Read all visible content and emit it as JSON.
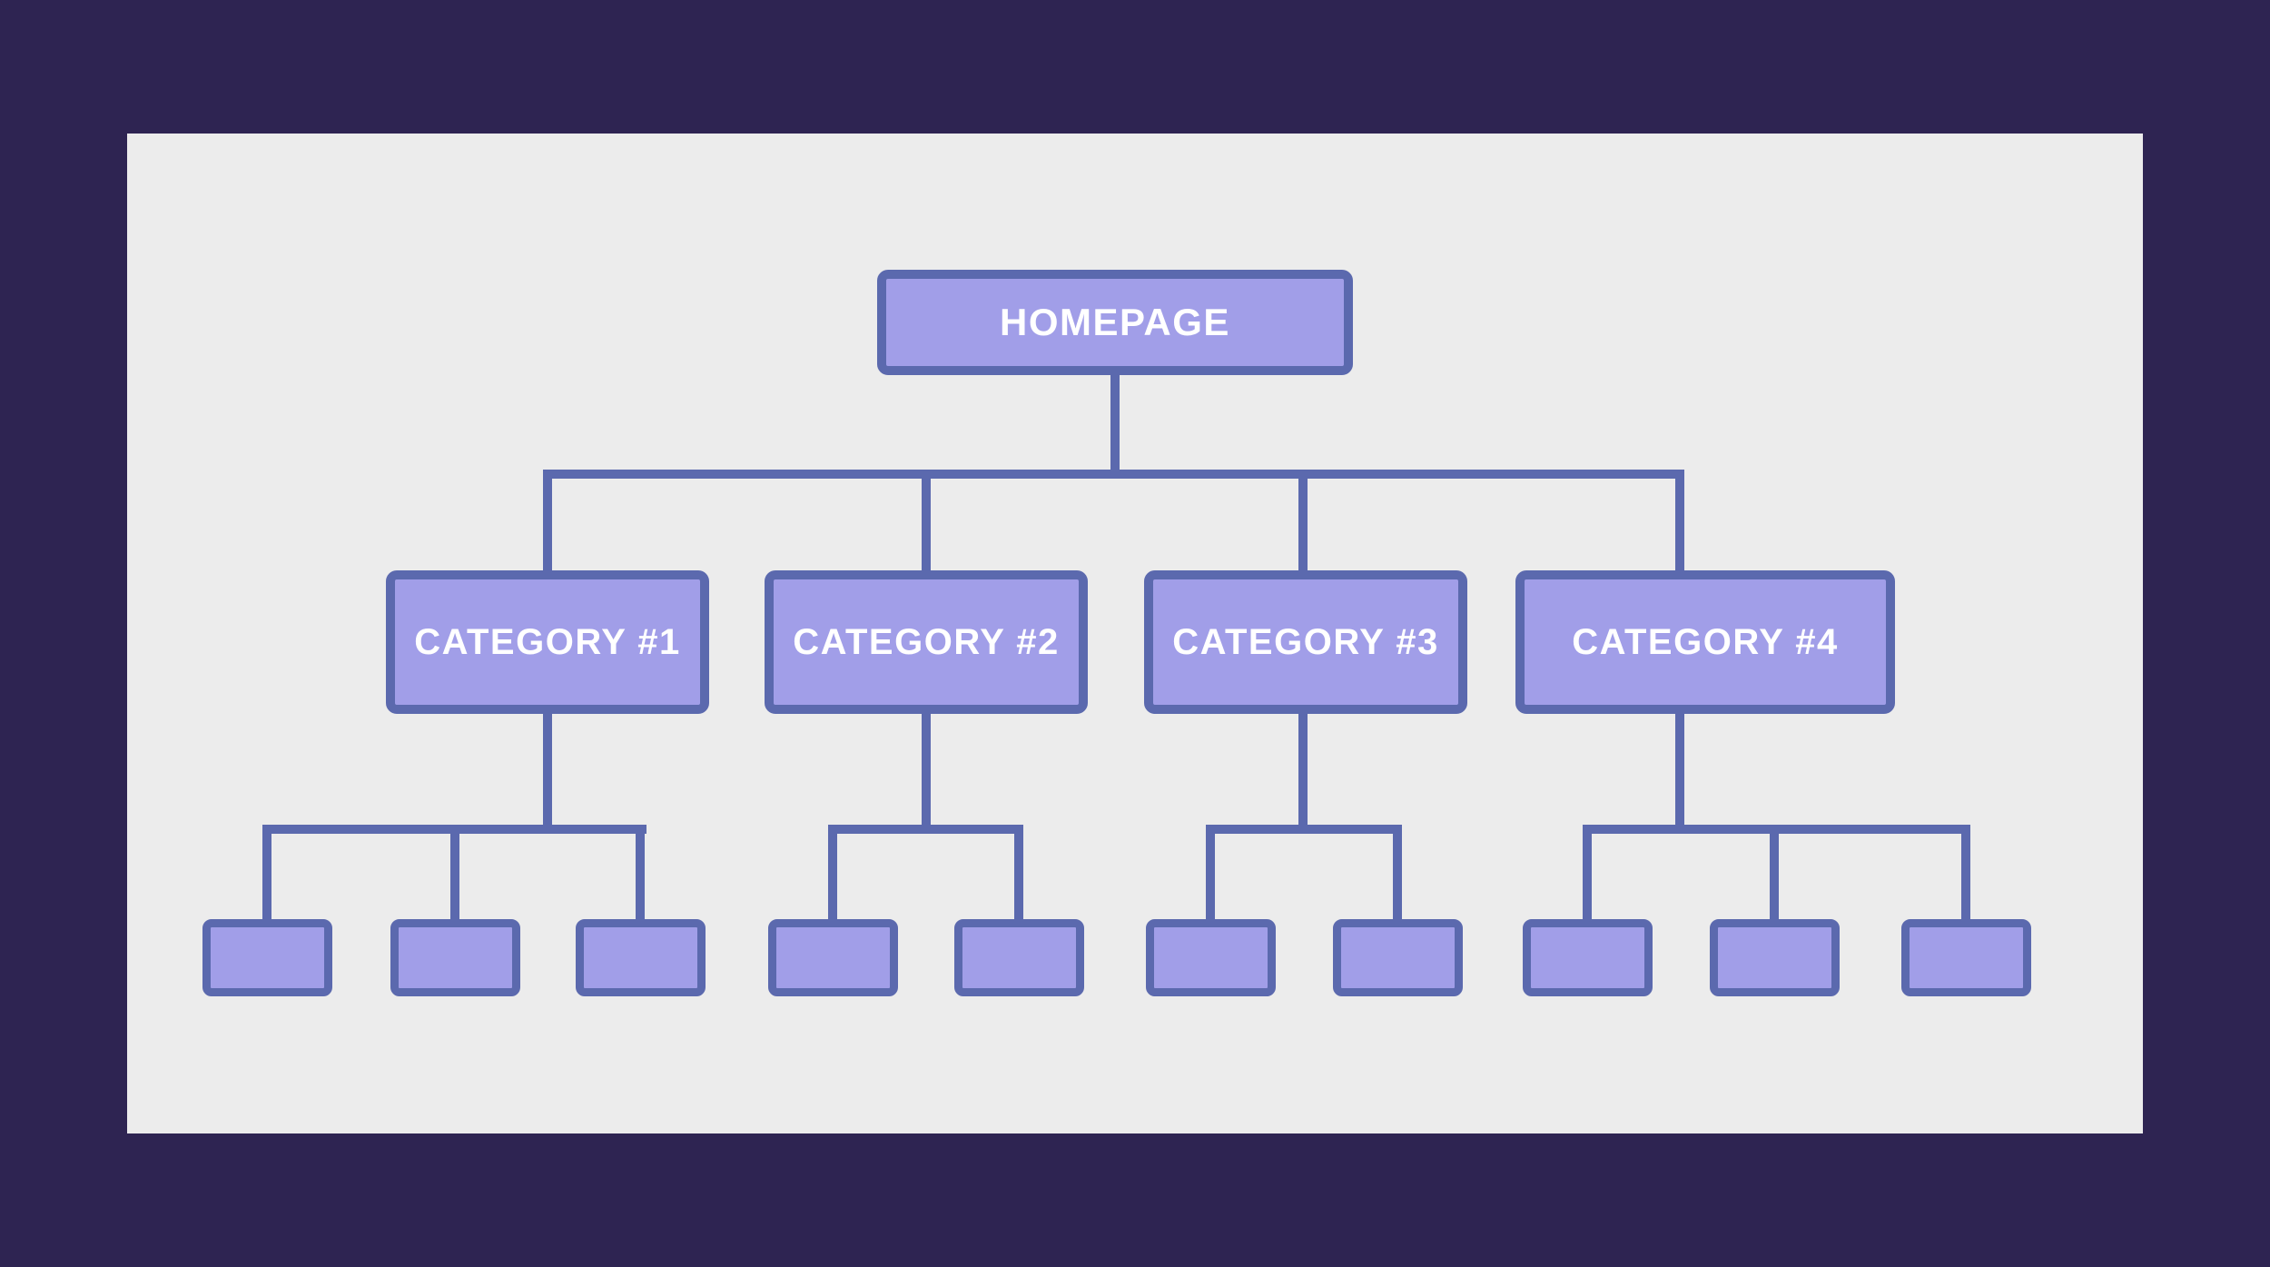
{
  "colors": {
    "background": "#2E2452",
    "canvas": "#ECECEC",
    "node_fill": "#A19EE8",
    "node_border": "#5B69AE",
    "connector": "#5B69AE",
    "label_text": "#FFFFFF"
  },
  "sitemap": {
    "root": {
      "label": "HOMEPAGE"
    },
    "categories": [
      {
        "label": "CATEGORY #1",
        "children_count": 3
      },
      {
        "label": "CATEGORY #2",
        "children_count": 2
      },
      {
        "label": "CATEGORY #3",
        "children_count": 2
      },
      {
        "label": "CATEGORY #4",
        "children_count": 3
      }
    ]
  }
}
